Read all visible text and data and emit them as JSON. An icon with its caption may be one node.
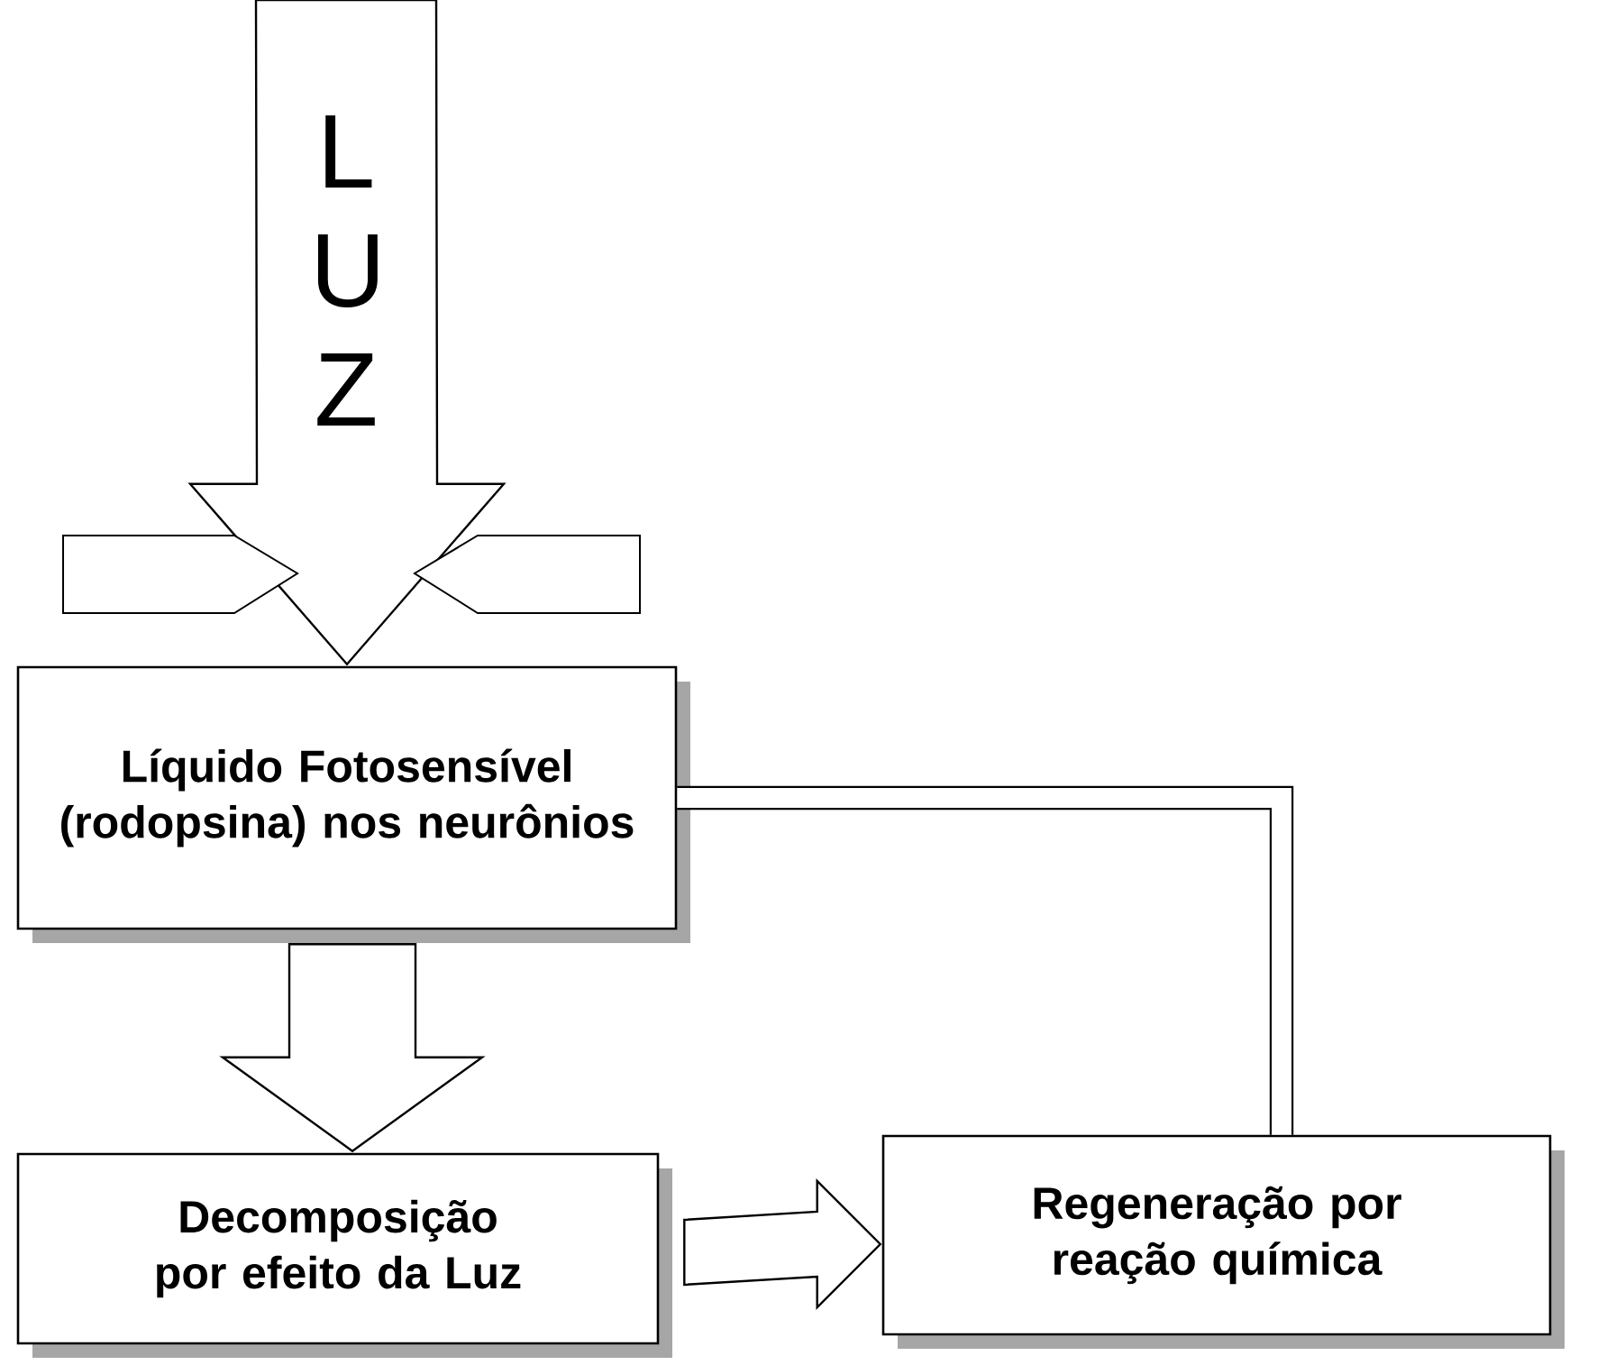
{
  "diagram": {
    "nodes": [
      {
        "text": [
          "Líquido Fotosensível (rodopsina) nos neurônios"
        ]
      },
      {
        "text": [
          "Decomposição por efeito da Luz"
        ]
      },
      {
        "text": [
          "Regeneração por reação química"
        ]
      }
    ],
    "edges": [
      {
        "from": null,
        "to": 0,
        "arrow": "to",
        "label": "L U Z"
      },
      {
        "from": 0,
        "to": 1,
        "arrow": "to"
      },
      {
        "from": 1,
        "to": 2,
        "arrow": "to"
      },
      {
        "from": 2,
        "to": 0,
        "arrow": "none"
      }
    ]
  }
}
